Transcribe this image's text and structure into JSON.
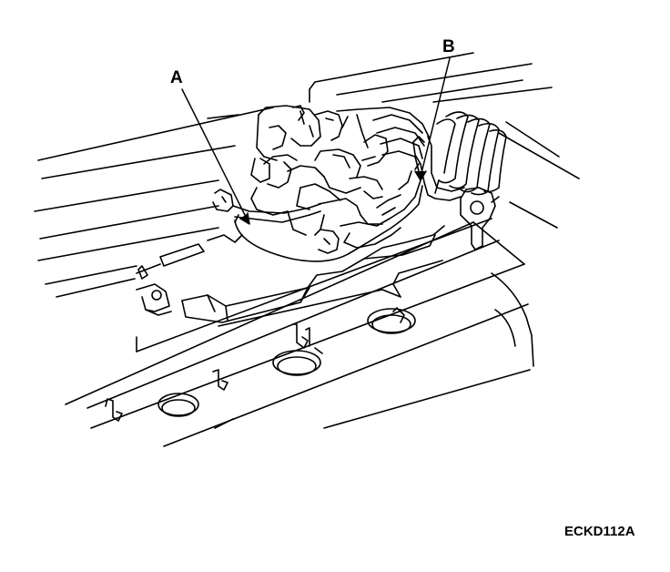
{
  "callouts": {
    "a": "A",
    "b": "B"
  },
  "figure_code": "ECKD112A",
  "colors": {
    "ink": "#000000",
    "paper": "#ffffff"
  }
}
